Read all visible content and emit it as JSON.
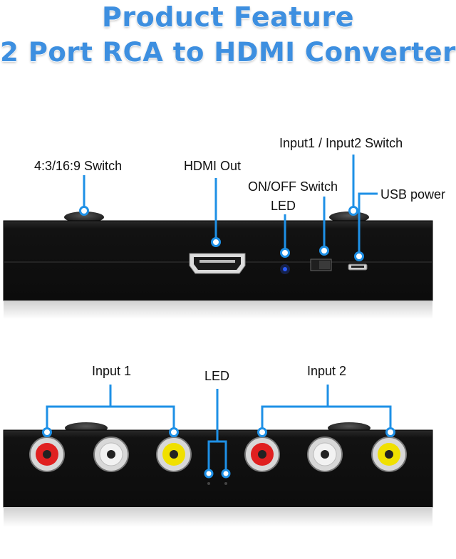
{
  "title_line1": "Product Feature",
  "title_line2": "2 Port RCA to HDMI Converter",
  "back_panel": {
    "aspect_switch": "4:3/16:9 Switch",
    "hdmi_out": "HDMI Out",
    "input_switch": "Input1 / Input2 Switch",
    "power_switch": "ON/OFF Switch",
    "usb_power": "USB power",
    "led": "LED"
  },
  "front_panel": {
    "input1": "Input 1",
    "led": "LED",
    "input2": "Input 2"
  },
  "colors": {
    "title": "#3d8fe0",
    "callout": "#1e90e6",
    "device": "#141414",
    "rca_red": "#e02020",
    "rca_white": "#e8e8e8",
    "rca_yellow": "#f0e000",
    "led_blue": "#2a5cff"
  }
}
